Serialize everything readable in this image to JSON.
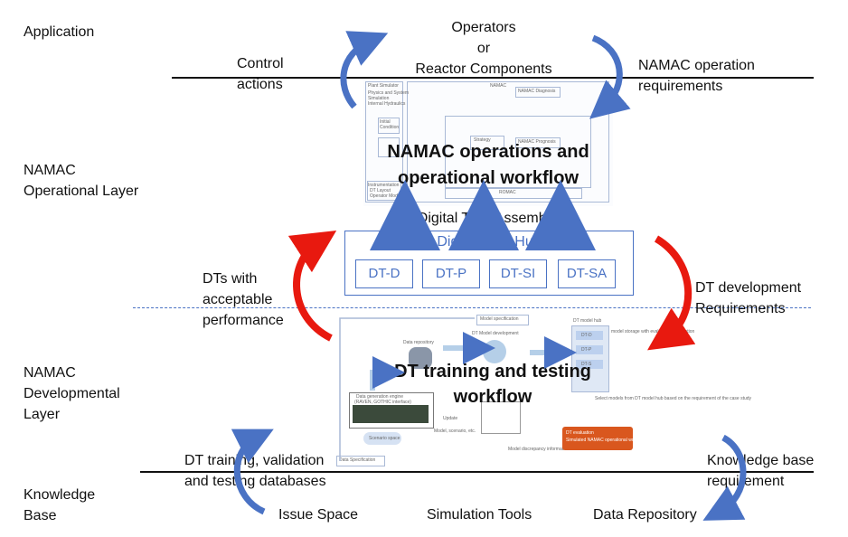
{
  "layers": {
    "application": "Application",
    "operational": [
      "NAMAC",
      "Operational Layer"
    ],
    "developmental": [
      "NAMAC",
      "Developmental",
      "Layer"
    ],
    "knowledge": [
      "Knowledge",
      "Base"
    ]
  },
  "top": {
    "operators": [
      "Operators",
      "or",
      "Reactor Components"
    ],
    "control_actions": [
      "Control",
      "actions"
    ],
    "namac_requirements": [
      "NAMAC operation",
      "requirements"
    ]
  },
  "operational_workflow": {
    "title": [
      "NAMAC operations and",
      "operational workflow"
    ],
    "thumbnail_labels": [
      "Plant Simulator",
      "Physics and System",
      "Simulation",
      "Internal Hydraulics",
      "Initial",
      "Condition",
      "Instrumentation",
      "DT Layout",
      "Operator Model",
      "NAMAC",
      "NAMAC Diagnosis",
      "NAMAC Prognosis",
      "Strategy",
      "ROMAC"
    ]
  },
  "assembly_label": "Digital Twin Assembly",
  "hub": {
    "title": "Digital Twin Hub",
    "items": [
      "DT-D",
      "DT-P",
      "DT-SI",
      "DT-SA"
    ]
  },
  "left_feedback": [
    "DTs with",
    "acceptable",
    "performance"
  ],
  "right_feedback": [
    "DT development",
    "Requirements"
  ],
  "dev_workflow": {
    "title": [
      "DT training and testing",
      "workflow"
    ],
    "thumbnail_labels": [
      "Model specification",
      "DT model hub",
      "Data repository",
      "DT Model development",
      "Data generation engine",
      "(RAVEN, GOTHIC interface)",
      "Update",
      "Scenario space",
      "Model, scenario, etc.",
      "Model discrepancy information from DT evaluation",
      "DT evaluation",
      "Simulated NAMAC operational workflow",
      "Data Specification",
      "DT-D",
      "DT-P",
      "DT-S",
      "model storage with evaluation information",
      "Select models from DT model hub based on the requirement of the case study"
    ]
  },
  "bottom": {
    "training_db": [
      "DT training, validation",
      "and testing databases"
    ],
    "kb_requirement": [
      "Knowledge base",
      "requirement"
    ],
    "issue_space": "Issue Space",
    "simulation_tools": "Simulation Tools",
    "data_repository": "Data Repository"
  },
  "colors": {
    "blue_arrow": "#4a72c4",
    "red_arrow": "#e8190f",
    "dashed_line": "#4a72c4",
    "evaluation_box": "#d9571e"
  }
}
